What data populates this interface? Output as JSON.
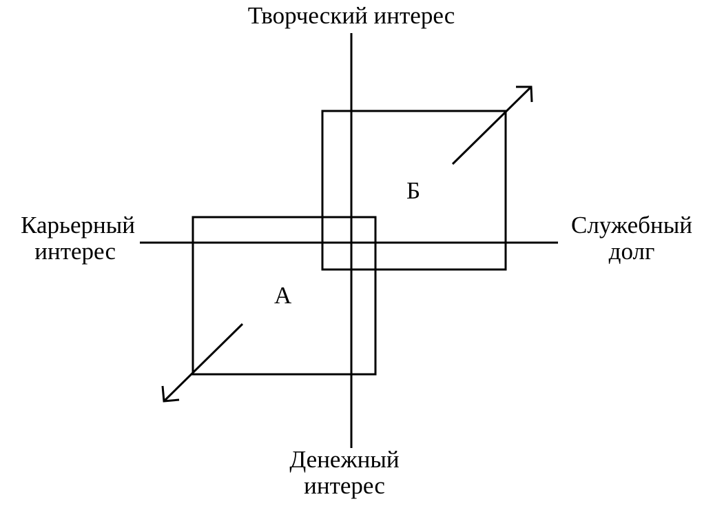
{
  "axes": {
    "top": "Творческий интерес",
    "bottom": [
      "Денежный",
      "интерес"
    ],
    "left": [
      "Карьерный",
      "интерес"
    ],
    "right": [
      "Служебный",
      "долг"
    ]
  },
  "boxes": {
    "a": "А",
    "b": "Б"
  },
  "colors": {
    "ink": "#000000",
    "background": "#ffffff"
  }
}
